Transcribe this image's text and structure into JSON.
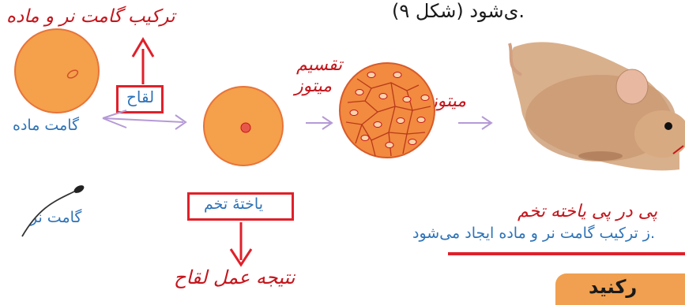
{
  "labels": {
    "top_sentence": "ی‌شود (شکل ۹).",
    "combination_label": "ترکیب گامت نر و ماده",
    "fertilization_label": "لقاح",
    "female_gamete_label": "گامت ماده",
    "male_gamete_label": "گامت نر",
    "zygote_label": "یاختهٔ تخم",
    "fertilization_result_label": "نتیجه عمل لقاح",
    "division_label": "تقسیم",
    "mitosis_label_1": "میتوز",
    "mitosis_label_2": "میتوز",
    "successive_divisions_label": "پی در پی یاخته تخم",
    "bottom_sentence": "ز ترکیب گامت نر و ماده ایجاد می‌شود.",
    "section_title": "رکنید"
  },
  "colors": {
    "annotation_red": "#c4161c",
    "label_blue": "#2e73b8",
    "cell_orange": "#f5a04a",
    "arrow_purple": "#b59ad6",
    "section_orange": "#f0a050"
  },
  "icons": {
    "mouse": "mouse-photo",
    "sperm": "sperm-cell-icon"
  }
}
